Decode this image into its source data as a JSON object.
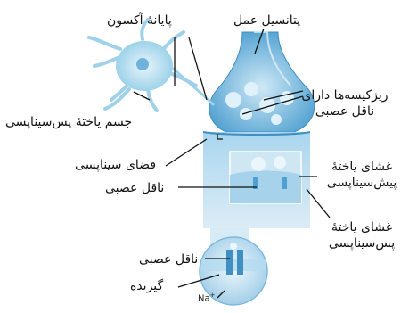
{
  "labels": {
    "axon_terminal": "پایانهٔ آکسون",
    "action_potential": "پتانسیل عمل",
    "vesicles_line1": "ریزکیسه‌ها دارای",
    "vesicles_line2": "ناقل عصبی",
    "postsynaptic_cell_body": "جسم یاختهٔ پس‌سیناپسی",
    "synaptic_space": "فضای سیناپسی",
    "neurotransmitter": "ناقل عصبی",
    "presynaptic_line1": "غشای یاختهٔ",
    "presynaptic_line2": "پیش‌سیناپسی",
    "postsynaptic_line1": "غشای یاختهٔ",
    "postsynaptic_line2": "پس‌سیناپسی",
    "neurotransmitter_receptor": "ناقل عصبی",
    "receptor": "گیرنده",
    "sodium_ion": "Na",
    "sodium_charge": "+"
  },
  "colors": {
    "neuron_body": "#8ecbe6",
    "terminal": "#6fb7dd",
    "postsynaptic": "#b7dbef",
    "vesicle": "#dff1fa",
    "line": "#111111"
  }
}
